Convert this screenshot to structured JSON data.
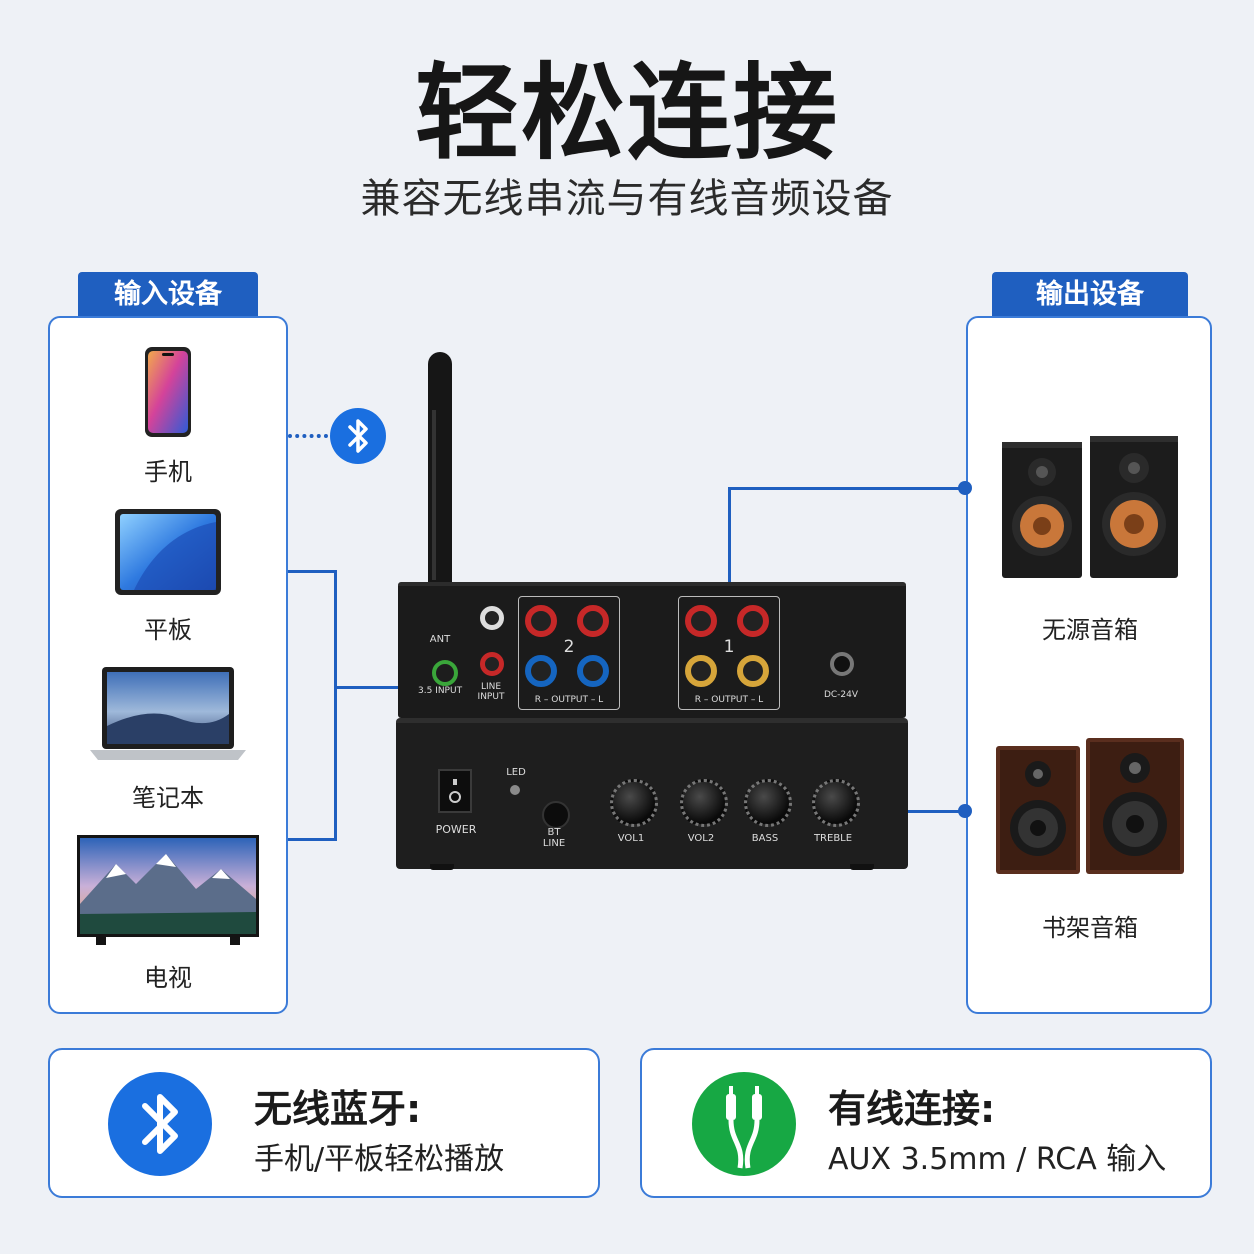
{
  "header": {
    "title": "轻松连接",
    "subtitle": "兼容无线串流与有线音频设备"
  },
  "input_panel": {
    "tab": "输入设备",
    "devices": [
      {
        "label": "手机",
        "icon": "smartphone-icon"
      },
      {
        "label": "平板",
        "icon": "tablet-icon"
      },
      {
        "label": "笔记本",
        "icon": "laptop-icon"
      },
      {
        "label": "电视",
        "icon": "tv-icon"
      }
    ]
  },
  "output_panel": {
    "tab": "输出设备",
    "devices": [
      {
        "label": "无源音箱",
        "icon": "passive-speakers-icon"
      },
      {
        "label": "书架音箱",
        "icon": "bookshelf-speakers-icon"
      }
    ]
  },
  "amplifier": {
    "back_labels": {
      "ant": "ANT",
      "input35": "3.5 INPUT",
      "line_input_1": "LINE",
      "line_input_2": "INPUT",
      "out2_num": "2",
      "out1_num": "1",
      "out2_label": "R – OUTPUT – L",
      "out1_label": "R – OUTPUT – L",
      "dc": "DC-24V"
    },
    "front_labels": {
      "power": "POWER",
      "led": "LED",
      "bt": "BT",
      "line": "LINE",
      "knob1": "VOL1",
      "knob2": "VOL2",
      "knob3": "BASS",
      "knob4": "TREBLE"
    }
  },
  "cards": {
    "wireless": {
      "title": "无线蓝牙:",
      "desc": "手机/平板轻松播放",
      "icon": "bluetooth-icon"
    },
    "wired": {
      "title": "有线连接:",
      "desc": "AUX 3.5mm / RCA 输入",
      "icon": "rca-cable-icon"
    }
  },
  "colors": {
    "accent": "#1f5fc0",
    "bluetooth": "#1a6fe0",
    "wired_green": "#17a844",
    "amp_body": "#1b1b1b"
  }
}
